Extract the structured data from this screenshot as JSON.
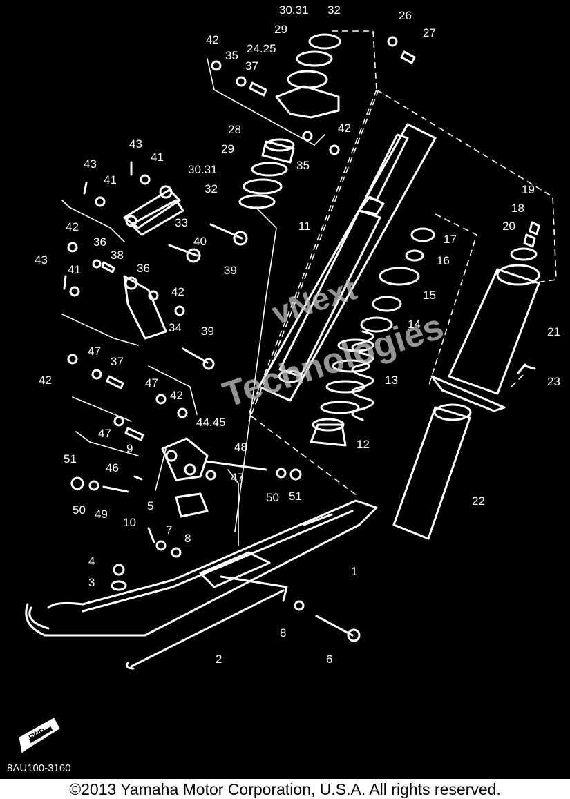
{
  "diagram": {
    "part_code": "8AU100-3160",
    "fwd_label": "FWD",
    "watermark_line1": "vNext",
    "watermark_line2": "Technologies",
    "callouts": [
      {
        "id": "c1",
        "text": "1"
      },
      {
        "id": "c2",
        "text": "2"
      },
      {
        "id": "c3",
        "text": "3"
      },
      {
        "id": "c4",
        "text": "4"
      },
      {
        "id": "c5",
        "text": "5"
      },
      {
        "id": "c6",
        "text": "6"
      },
      {
        "id": "c7",
        "text": "7"
      },
      {
        "id": "c8a",
        "text": "8"
      },
      {
        "id": "c8b",
        "text": "8"
      },
      {
        "id": "c9",
        "text": "9"
      },
      {
        "id": "c10",
        "text": "10"
      },
      {
        "id": "c11",
        "text": "11"
      },
      {
        "id": "c12",
        "text": "12"
      },
      {
        "id": "c13",
        "text": "13"
      },
      {
        "id": "c14",
        "text": "14"
      },
      {
        "id": "c15",
        "text": "15"
      },
      {
        "id": "c16",
        "text": "16"
      },
      {
        "id": "c17",
        "text": "17"
      },
      {
        "id": "c18",
        "text": "18"
      },
      {
        "id": "c19",
        "text": "19"
      },
      {
        "id": "c20",
        "text": "20"
      },
      {
        "id": "c21",
        "text": "21"
      },
      {
        "id": "c22",
        "text": "22"
      },
      {
        "id": "c23",
        "text": "23"
      },
      {
        "id": "c24",
        "text": "24.25"
      },
      {
        "id": "c26",
        "text": "26"
      },
      {
        "id": "c27",
        "text": "27"
      },
      {
        "id": "c28",
        "text": "28"
      },
      {
        "id": "c29a",
        "text": "29"
      },
      {
        "id": "c29b",
        "text": "29"
      },
      {
        "id": "c30a",
        "text": "30.31"
      },
      {
        "id": "c30b",
        "text": "30.31"
      },
      {
        "id": "c32a",
        "text": "32"
      },
      {
        "id": "c32b",
        "text": "32"
      },
      {
        "id": "c33",
        "text": "33"
      },
      {
        "id": "c34",
        "text": "34"
      },
      {
        "id": "c35a",
        "text": "35"
      },
      {
        "id": "c35b",
        "text": "35"
      },
      {
        "id": "c36a",
        "text": "36"
      },
      {
        "id": "c36b",
        "text": "36"
      },
      {
        "id": "c37a",
        "text": "37"
      },
      {
        "id": "c37b",
        "text": "37"
      },
      {
        "id": "c38",
        "text": "38"
      },
      {
        "id": "c39a",
        "text": "39"
      },
      {
        "id": "c39b",
        "text": "39"
      },
      {
        "id": "c40",
        "text": "40"
      },
      {
        "id": "c41a",
        "text": "41"
      },
      {
        "id": "c41b",
        "text": "41"
      },
      {
        "id": "c41c",
        "text": "41"
      },
      {
        "id": "c42a",
        "text": "42"
      },
      {
        "id": "c42b",
        "text": "42"
      },
      {
        "id": "c42c",
        "text": "42"
      },
      {
        "id": "c42d",
        "text": "42"
      },
      {
        "id": "c42e",
        "text": "42"
      },
      {
        "id": "c42f",
        "text": "42"
      },
      {
        "id": "c43a",
        "text": "43"
      },
      {
        "id": "c43b",
        "text": "43"
      },
      {
        "id": "c43c",
        "text": "43"
      },
      {
        "id": "c44",
        "text": "44.45"
      },
      {
        "id": "c46",
        "text": "46"
      },
      {
        "id": "c47a",
        "text": "47"
      },
      {
        "id": "c47b",
        "text": "47"
      },
      {
        "id": "c47c",
        "text": "47"
      },
      {
        "id": "c47d",
        "text": "47"
      },
      {
        "id": "c48",
        "text": "48"
      },
      {
        "id": "c49",
        "text": "49"
      },
      {
        "id": "c50a",
        "text": "50"
      },
      {
        "id": "c50b",
        "text": "50"
      },
      {
        "id": "c51a",
        "text": "51"
      },
      {
        "id": "c51b",
        "text": "51"
      }
    ]
  },
  "footer": {
    "copyright": "©2013 Yamaha Motor Corporation, U.S.A. All rights reserved."
  },
  "colors": {
    "diagram_background": "#000000",
    "line_art": "#ffffff",
    "watermark": "#bdbdbd",
    "footer_background": "#ffffff"
  }
}
